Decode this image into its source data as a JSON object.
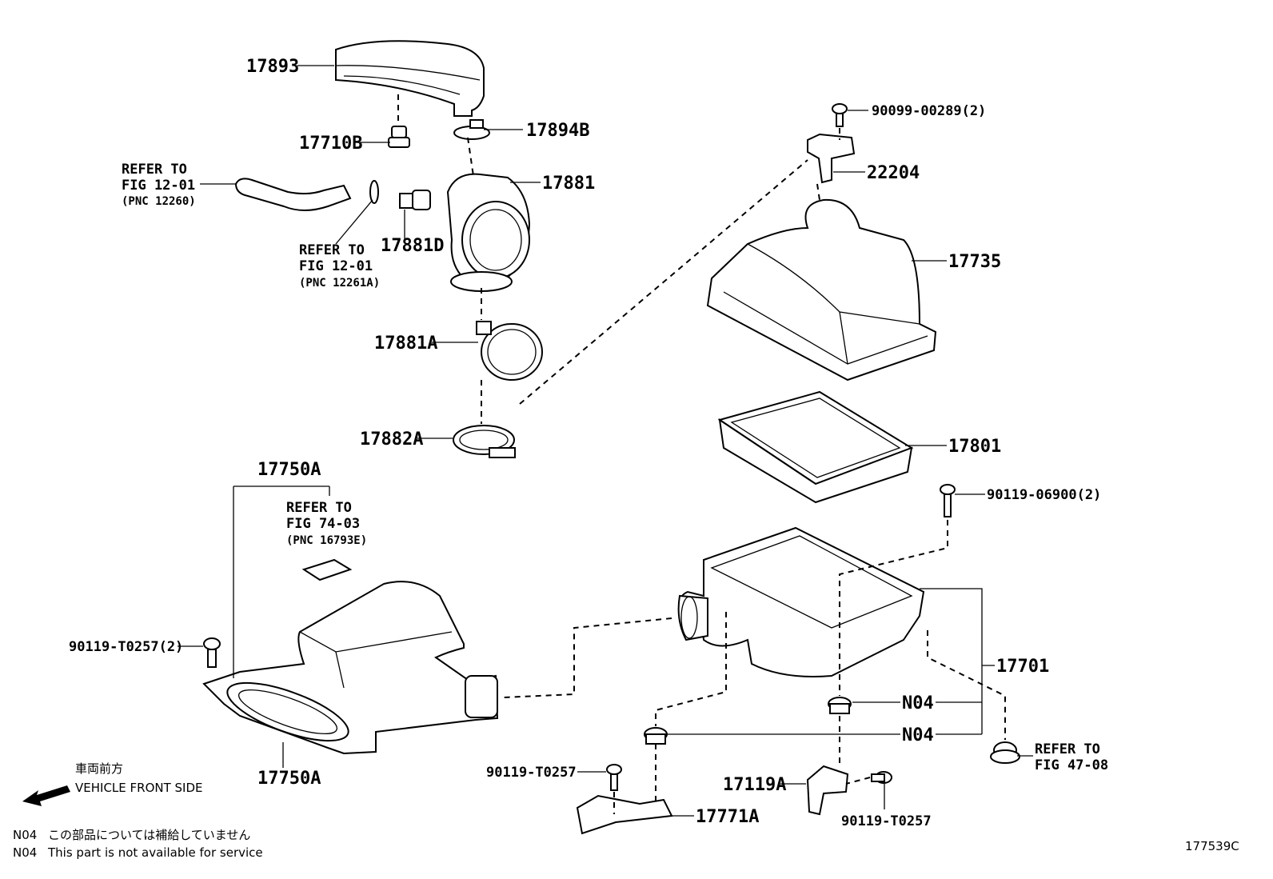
{
  "parts": {
    "p17893": "17893",
    "p17710B": "17710B",
    "p17894B": "17894B",
    "p17881": "17881",
    "p17881D": "17881D",
    "p17881A": "17881A",
    "p17882A": "17882A",
    "p90099": "90099-00289(2)",
    "p22204": "22204",
    "p17735": "17735",
    "p17801": "17801",
    "p90119_06900": "90119-06900(2)",
    "p17750A_top": "17750A",
    "p17750A_bottom": "17750A",
    "p90119_T0257_2": "90119-T0257(2)",
    "p17701": "17701",
    "pN04_a": "N04",
    "pN04_b": "N04",
    "p90119_T0257_left": "90119-T0257",
    "p17771A": "17771A",
    "p17119A": "17119A",
    "p90119_T0257_right": "90119-T0257"
  },
  "refs": {
    "r1": {
      "l1": "REFER TO",
      "l2": "FIG 12-01",
      "l3": "(PNC 12260)"
    },
    "r2": {
      "l1": "REFER TO",
      "l2": "FIG 12-01",
      "l3": "(PNC 12261A)"
    },
    "r3": {
      "l1": "REFER TO",
      "l2": "FIG 74-03",
      "l3": "(PNC 16793E)"
    },
    "r4": {
      "l1": "REFER TO",
      "l2": "FIG 47-08"
    }
  },
  "front": {
    "jp": "車両前方",
    "en": "VEHICLE FRONT SIDE"
  },
  "notes": {
    "n1_code": "N04",
    "n1_text": "この部品については補給していません",
    "n2_code": "N04",
    "n2_text": "This part is not available for service"
  },
  "figure_id": "177539C"
}
